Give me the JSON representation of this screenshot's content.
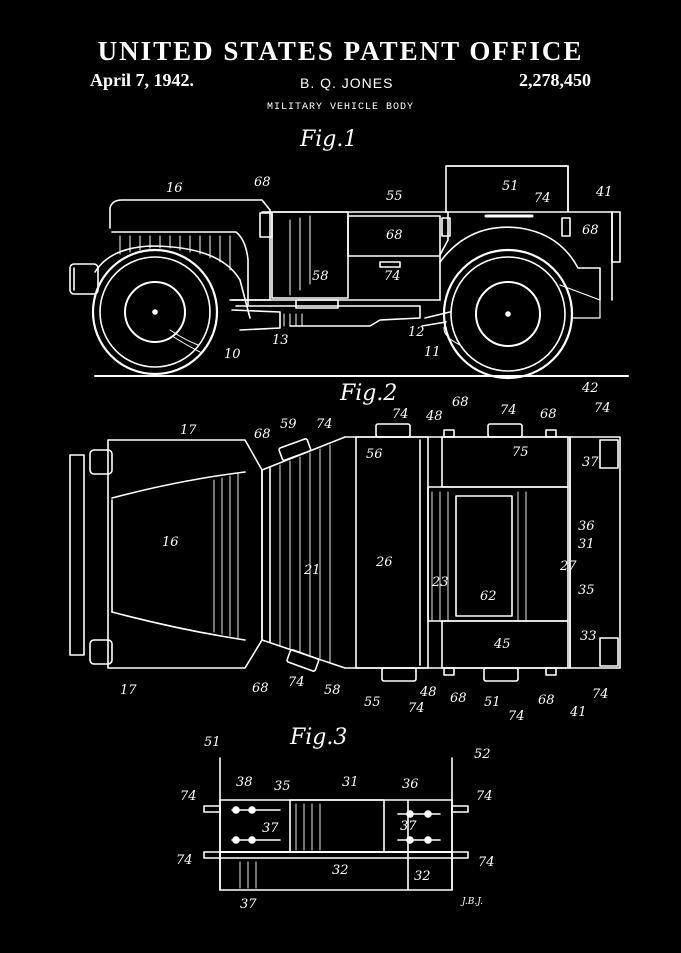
{
  "header": {
    "title": "UNITED STATES PATENT OFFICE",
    "date": "April 7, 1942.",
    "inventor": "B. Q. JONES",
    "patent_number": "2,278,450",
    "subtitle": "MILITARY VEHICLE BODY"
  },
  "figures": {
    "fig1": "Fig.1",
    "fig2": "Fig.2",
    "fig3": "Fig.3"
  },
  "refs_fig1": [
    "16",
    "68",
    "55",
    "51",
    "74",
    "41",
    "68",
    "68",
    "58",
    "74",
    "12",
    "13",
    "10",
    "11"
  ],
  "refs_fig2": [
    "17",
    "68",
    "59",
    "74",
    "56",
    "74",
    "48",
    "68",
    "74",
    "68",
    "42",
    "74",
    "75",
    "37",
    "16",
    "21",
    "26",
    "23",
    "62",
    "27",
    "36",
    "31",
    "35",
    "45",
    "33",
    "17",
    "68",
    "74",
    "58",
    "55",
    "48",
    "68",
    "51",
    "74",
    "68",
    "41",
    "74",
    "74"
  ],
  "refs_fig3": [
    "51",
    "52",
    "38",
    "35",
    "31",
    "36",
    "74",
    "37",
    "37",
    "74",
    "74",
    "32",
    "32",
    "74",
    "37"
  ],
  "signature": "J.B.J."
}
